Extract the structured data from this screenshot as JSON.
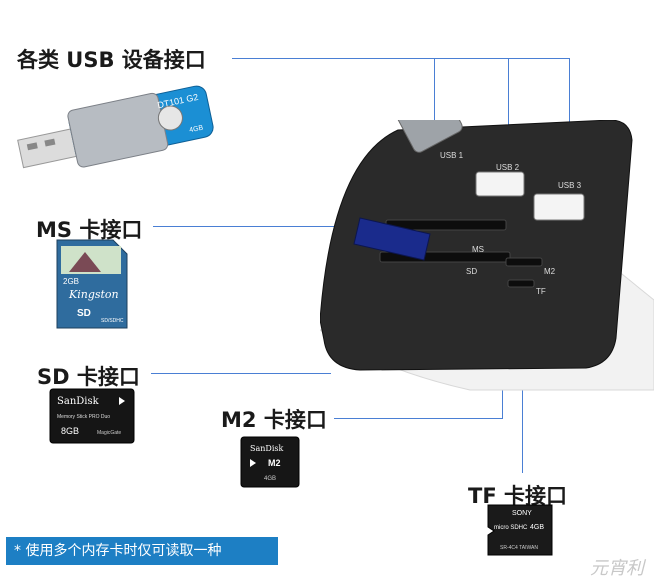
{
  "labels": {
    "usb": "各类 USB 设备接口",
    "ms": "MS 卡接口",
    "sd": "SD 卡接口",
    "m2": "M2 卡接口",
    "tf": "TF 卡接口"
  },
  "footnote": "* 使用多个内存卡时仅可读取一种",
  "hub_ports": {
    "usb1": "USB 1",
    "usb2": "USB 2",
    "usb3": "USB 3",
    "ms": "MS",
    "sd": "SD",
    "m2": "M2",
    "tf": "TF"
  },
  "usb_stick": {
    "text": "DT101 G2",
    "size": "4GB"
  },
  "sd_card": {
    "capacity": "2GB",
    "brand": "Kingston",
    "logo": "SD",
    "small": "SD/SDHC"
  },
  "ms_card": {
    "brand": "SanDisk",
    "line": "Memory Stick PRO Duo",
    "capacity": "8GB",
    "tag": "MagicGate"
  },
  "m2_card": {
    "brand": "SanDisk",
    "type": "M2",
    "capacity": "4GB"
  },
  "tf_card": {
    "brand": "SONY",
    "type": "micro SDHC",
    "capacity": "4GB",
    "origin": "SR-4C4 TAIWAN"
  },
  "watermark": "元宵利",
  "colors": {
    "leader": "#4a7fd4",
    "footnote_bg": "#1d7fc4",
    "hub_face": "#2a2a2a"
  }
}
